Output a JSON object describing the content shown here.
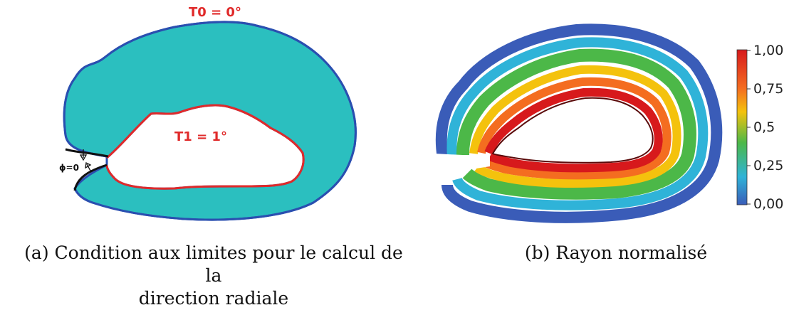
{
  "figure_a": {
    "label_outer": "T0 = 0°",
    "label_inner": "T1 = 1°",
    "label_cut": "ϕ=0",
    "caption_line1": "(a) Condition aux limites pour le calcul de la",
    "caption_line2": "direction radiale",
    "colors": {
      "fill": "#2bbfbf",
      "outer_edge": "#2a4fb0",
      "inner_edge": "#e02a2a",
      "cut_edge": "#111111"
    }
  },
  "figure_b": {
    "caption": "(b) Rayon normalisé",
    "colorbar": {
      "ticks": [
        "1,00",
        "0,75",
        "0,5",
        "0,25",
        "0,00"
      ],
      "colors": [
        "#d7191c",
        "#f46d20",
        "#f4c20d",
        "#4cb848",
        "#2fb3d8",
        "#3a5cb8"
      ]
    }
  }
}
